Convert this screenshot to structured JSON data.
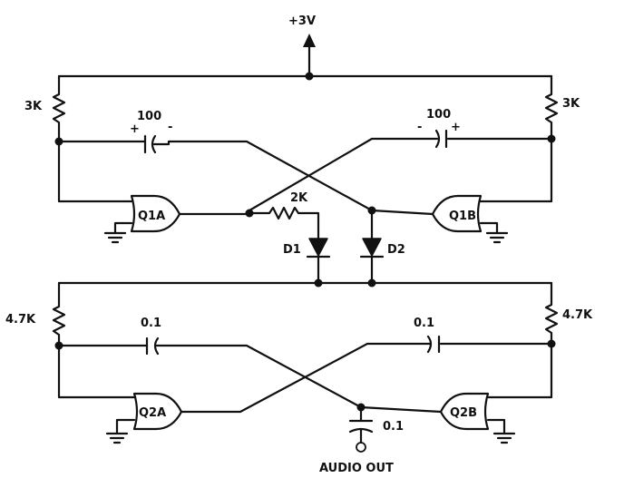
{
  "supply": {
    "label": "+3V"
  },
  "top_oscillator": {
    "left_resistor": "3K",
    "right_resistor": "3K",
    "left_capacitor": {
      "value": "100",
      "plus": "+",
      "minus": "-"
    },
    "right_capacitor": {
      "value": "100",
      "plus": "+",
      "minus": "-"
    },
    "gate_left": "Q1A",
    "gate_right": "Q1B",
    "series_resistor": "2K",
    "diode_left": "D1",
    "diode_right": "D2"
  },
  "bottom_oscillator": {
    "left_resistor": "4.7K",
    "right_resistor": "4.7K",
    "left_capacitor": "0.1",
    "right_capacitor": "0.1",
    "gate_left": "Q2A",
    "gate_right": "Q2B",
    "output_capacitor": "0.1",
    "output_label": "AUDIO OUT"
  }
}
